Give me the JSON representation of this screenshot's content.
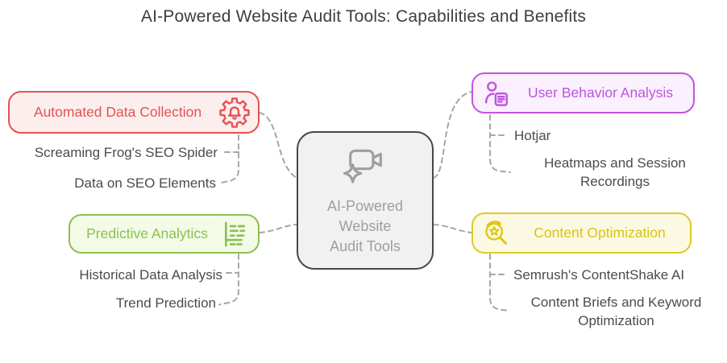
{
  "title": "AI-Powered Website Audit Tools: Capabilities and Benefits",
  "center": {
    "icon": "ai-video-camera-icon",
    "label_lines": [
      "AI-Powered",
      "Website",
      "Audit Tools"
    ]
  },
  "branches": [
    {
      "id": "automated-data-collection",
      "label": "Automated Data Collection",
      "icon": "gear-bell-icon",
      "icon_side": "right",
      "text_color": "#e25352",
      "fill_color": "#fdeeee",
      "children": [
        "Screaming Frog's SEO Spider",
        "Data on SEO Elements"
      ]
    },
    {
      "id": "predictive-analytics",
      "label": "Predictive Analytics",
      "icon": "dashed-chart-icon",
      "icon_side": "right",
      "text_color": "#8cc152",
      "fill_color": "#f3fae6",
      "children": [
        "Historical Data Analysis",
        "Trend Prediction"
      ]
    },
    {
      "id": "user-behavior-analysis",
      "label": "User Behavior Analysis",
      "icon": "user-form-icon",
      "icon_side": "left",
      "text_color": "#bd53dd",
      "fill_color": "#fbf0fe",
      "children": [
        "Hotjar",
        "Heatmaps and Session Recordings"
      ]
    },
    {
      "id": "content-optimization",
      "label": "Content Optimization",
      "icon": "search-star-icon",
      "icon_side": "left",
      "text_color": "#d9c412",
      "fill_color": "#fcf9e2",
      "children": [
        "Semrush's ContentShake AI",
        "Content Briefs and Keyword Optimization"
      ]
    }
  ],
  "colors": {
    "connector": "#a6a6a6",
    "center_border": "#474747",
    "center_fill": "#f1f1f1",
    "center_text": "#9e9e9e",
    "leaf_text": "#4b4b4b",
    "title_text": "#3e3e3e"
  }
}
